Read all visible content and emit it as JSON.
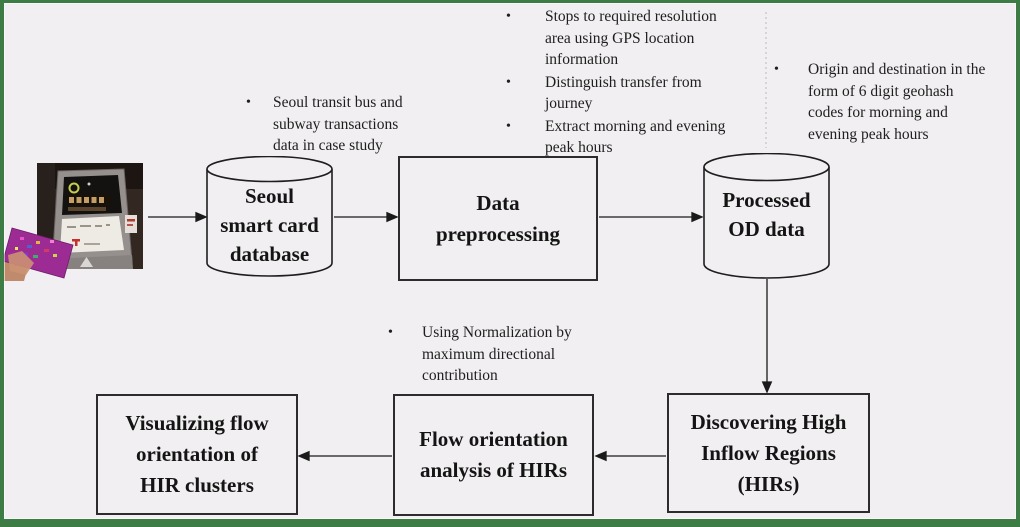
{
  "diagram": {
    "bullet": "•",
    "colors": {
      "frame_green": "#3e7c46",
      "background": "#f1eff1",
      "line": "#1a1a1a",
      "box_border": "#2d2b2e",
      "card_magenta": "#9c2b94"
    },
    "nodes": {
      "database": {
        "shape": "cylinder",
        "lines": [
          "Seoul",
          "smart card",
          "database"
        ]
      },
      "preprocessing": {
        "shape": "rect",
        "lines": [
          "Data",
          "preprocessing"
        ]
      },
      "od_data": {
        "shape": "cylinder",
        "lines": [
          "Processed",
          "OD data"
        ]
      },
      "hir": {
        "shape": "rect",
        "lines": [
          "Discovering High",
          "Inflow Regions",
          "(HIRs)"
        ]
      },
      "flow_analysis": {
        "shape": "rect",
        "lines": [
          "Flow orientation",
          "analysis of HIRs"
        ]
      },
      "visualizing": {
        "shape": "rect",
        "lines": [
          "Visualizing flow",
          "orientation of",
          "HIR clusters"
        ]
      }
    },
    "notes": {
      "case_study": {
        "bullets": [
          {
            "lines": [
              "Seoul transit bus and",
              "subway transactions",
              "data in case study"
            ]
          }
        ]
      },
      "preprocessing_steps": {
        "bullets": [
          {
            "lines": [
              "Stops to required resolution",
              "area using GPS location",
              "information"
            ]
          },
          {
            "lines": [
              "Distinguish transfer from",
              "journey"
            ]
          },
          {
            "lines": [
              "Extract morning and evening",
              "peak hours"
            ]
          }
        ]
      },
      "od_format": {
        "bullets": [
          {
            "lines": [
              "Origin and destination in the",
              "form of 6 digit geohash",
              "codes for morning and",
              "evening peak hours"
            ]
          }
        ]
      },
      "normalization": {
        "bullets": [
          {
            "lines": [
              "Using Normalization by",
              "maximum directional",
              "contribution"
            ]
          }
        ]
      }
    }
  }
}
